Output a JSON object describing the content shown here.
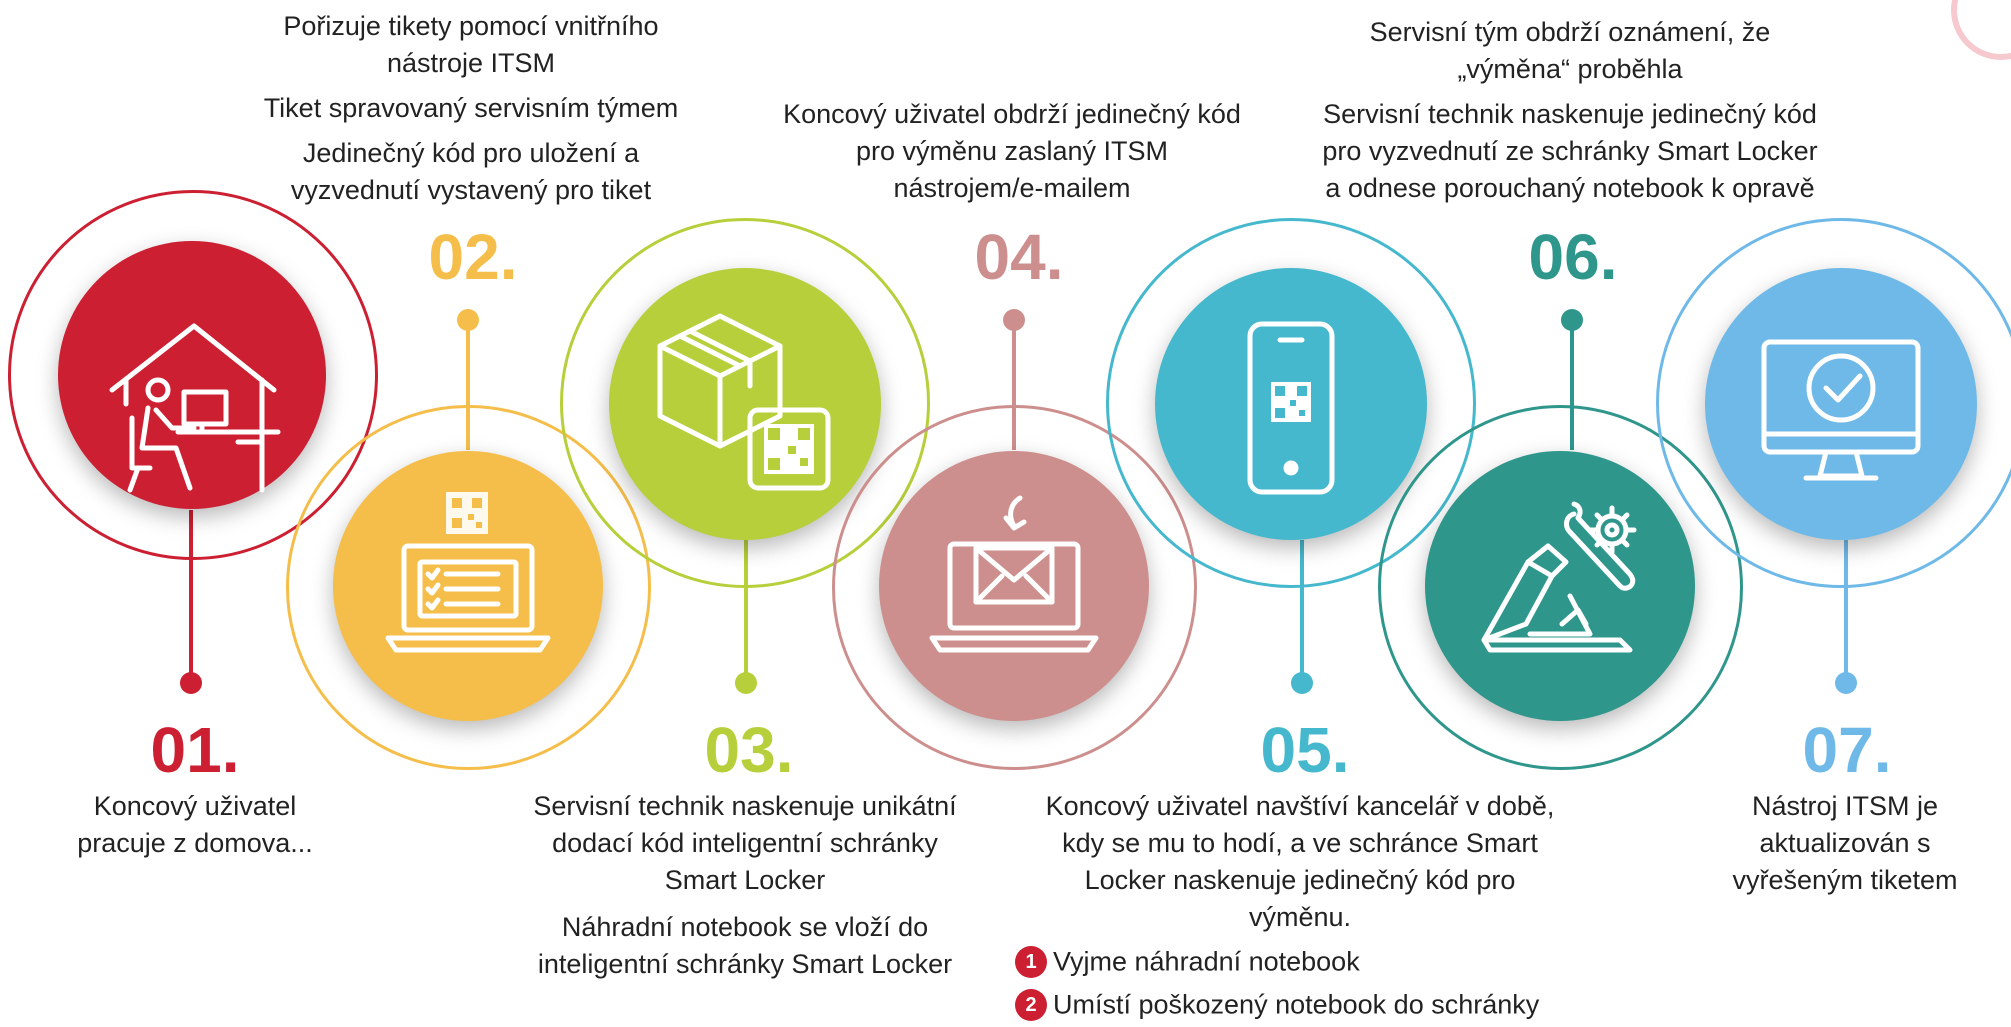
{
  "steps": [
    {
      "number": "01.",
      "color": "#cc1f32",
      "icon": "home-office-icon",
      "text": [
        "Koncový uživatel",
        "pracuje z domova..."
      ]
    },
    {
      "number": "02.",
      "color": "#f5be4a",
      "icon": "laptop-checklist-qr-icon",
      "text": [
        "Pořizuje tikety pomocí vnitřního",
        "nástroje ITSM",
        "Tiket spravovaný servisním týmem",
        "Jedinečný kód pro uložení a",
        "vyzvednutí vystavený pro tiket"
      ]
    },
    {
      "number": "03.",
      "color": "#b6cf3a",
      "icon": "package-qr-icon",
      "text": [
        "Servisní technik naskenuje unikátní",
        "dodací kód inteligentní schránky",
        "Smart Locker",
        "Náhradní notebook se vloží do",
        "inteligentní schránky Smart Locker"
      ]
    },
    {
      "number": "04.",
      "color": "#cd8f8d",
      "icon": "laptop-email-icon",
      "text": [
        "Koncový uživatel obdrží jedinečný kód",
        "pro výměnu zaslaný ITSM",
        "nástrojem/e-mailem"
      ]
    },
    {
      "number": "05.",
      "color": "#45b8cd",
      "icon": "smartphone-qr-icon",
      "text": [
        "Koncový uživatel navštíví kancelář v době,",
        "kdy se mu to hodí, a ve schránce Smart",
        "Locker naskenuje jedinečný kód pro",
        "výměnu."
      ],
      "substeps": [
        {
          "badge": "1",
          "label": "Vyjme náhradní notebook"
        },
        {
          "badge": "2",
          "label": "Umístí poškozený notebook do schránky"
        }
      ]
    },
    {
      "number": "06.",
      "color": "#2f968c",
      "icon": "broken-laptop-tools-icon",
      "text": [
        "Servisní tým obdrží oznámení, že",
        "„výměna“ proběhla",
        "Servisní technik naskenuje jedinečný kód",
        "pro vyzvednutí ze schránky Smart Locker",
        "a odnese porouchaný notebook k opravě"
      ]
    },
    {
      "number": "07.",
      "color": "#6fb9e8",
      "icon": "monitor-check-icon",
      "text": [
        "Nástroj ITSM je",
        "aktualizován s",
        "vyřešeným tiketem"
      ]
    }
  ]
}
